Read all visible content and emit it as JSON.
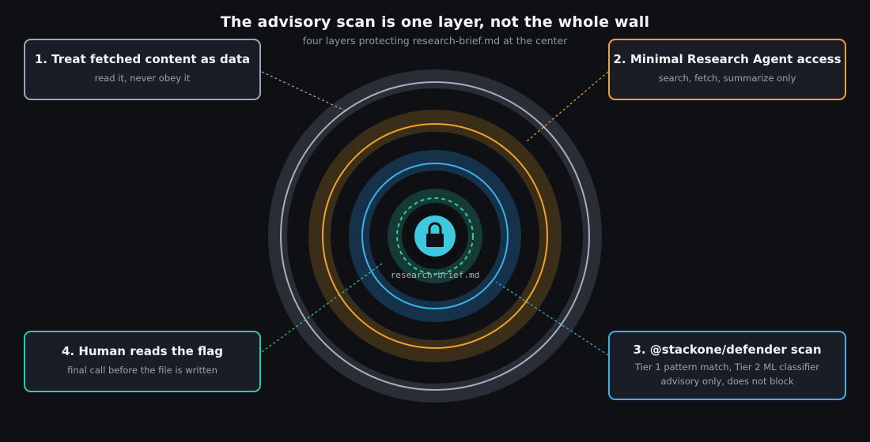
{
  "title": "The advisory scan is one layer, not the whole wall",
  "subtitle": "four layers protecting research-brief.md at the center",
  "center": {
    "label": "research-brief.md",
    "icon": "lock-icon"
  },
  "layers": [
    {
      "title": "1. Treat fetched content as data",
      "lines": [
        "read it, never obey it"
      ],
      "color": "#a7afbd"
    },
    {
      "title": "2. Minimal Research Agent access",
      "lines": [
        "search, fetch, summarize only"
      ],
      "color": "#f0a22e"
    },
    {
      "title": "3. @stackone/defender scan",
      "lines": [
        "Tier 1 pattern match, Tier 2 ML classifier",
        "advisory only, does not block"
      ],
      "color": "#3ab3e8"
    },
    {
      "title": "4. Human reads the flag",
      "lines": [
        "final call before the file is written"
      ],
      "color": "#35c9a8"
    }
  ],
  "colors": {
    "background": "#0f1014",
    "card_background": "#1a1c26",
    "lock": "#3fc9df"
  }
}
